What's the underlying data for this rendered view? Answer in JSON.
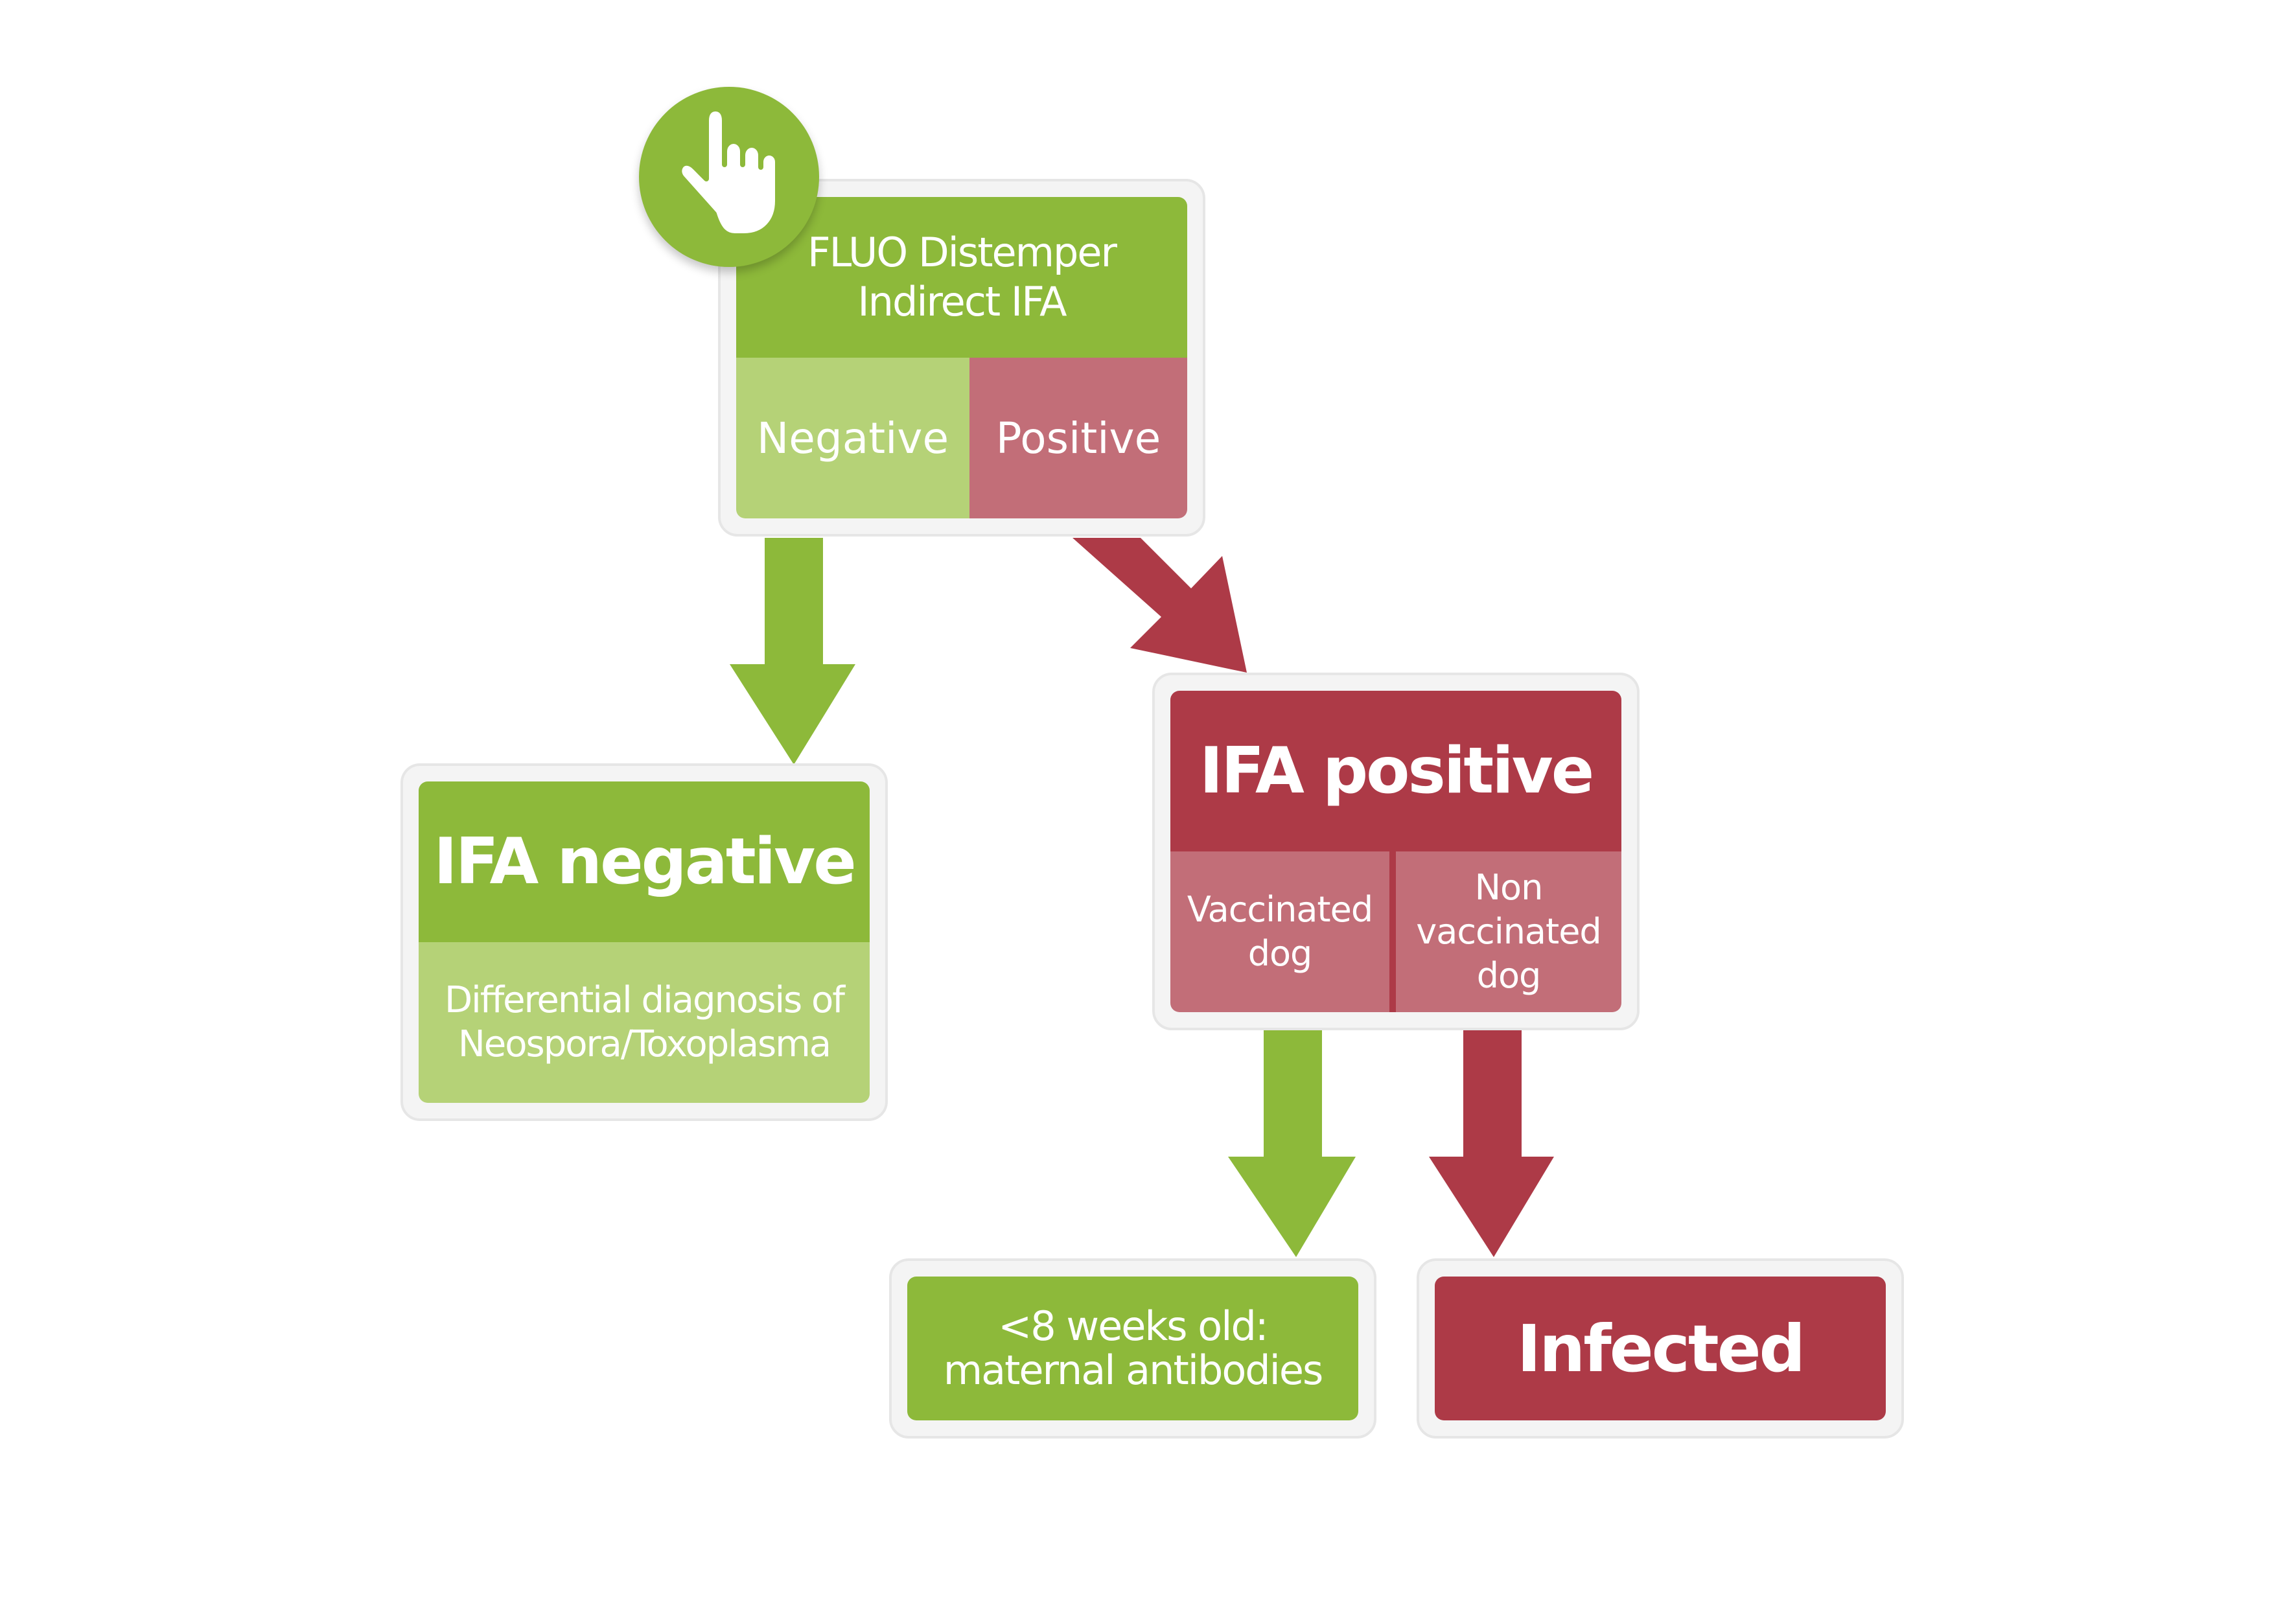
{
  "start": {
    "title": "FLUO Distemper\nIndirect IFA",
    "negative": "Negative",
    "positive": "Positive"
  },
  "ifa_negative": {
    "title": "IFA negative",
    "note": "Differential diagnosis of\nNeospora/Toxoplasma"
  },
  "ifa_positive": {
    "title": "IFA positive",
    "vaccinated": "Vaccinated\ndog",
    "non_vaccinated": "Non\nvaccinated\ndog"
  },
  "maternal": {
    "text": "<8 weeks old:\nmaternal antibodies"
  },
  "infected": {
    "text": "Infected"
  },
  "icons": {
    "start": "pointing-hand-icon"
  },
  "colors": {
    "green_dark": "#8db93a",
    "green_light": "#b5d277",
    "red_dark": "#ad3a47",
    "red_light": "#c26e78"
  }
}
